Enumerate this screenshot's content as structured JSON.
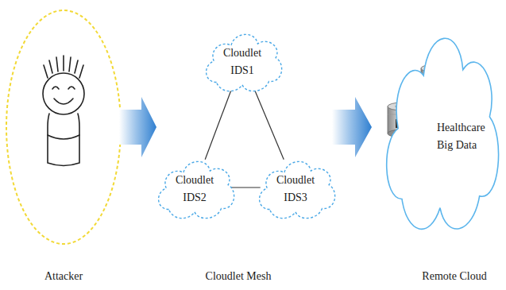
{
  "diagram": {
    "nodes": [
      {
        "text": [
          "Cloudlet IDS1"
        ]
      },
      {
        "text": [
          "Cloudlet IDS2"
        ]
      },
      {
        "text": [
          "Cloudlet IDS3"
        ]
      },
      {
        "text": [
          "Healthcare Big Data"
        ]
      }
    ],
    "edges": [
      {
        "from": 0,
        "to": 1,
        "arrow": "none"
      },
      {
        "from": 0,
        "to": 2,
        "arrow": "none"
      },
      {
        "from": 1,
        "to": 2,
        "arrow": "none"
      }
    ],
    "labels": [
      "Attacker",
      "Cloudlet Mesh",
      "Remote Cloud"
    ]
  }
}
